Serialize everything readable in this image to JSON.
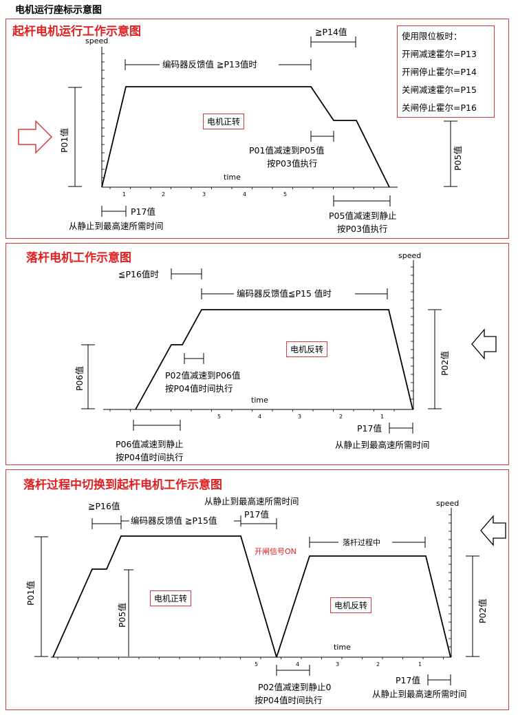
{
  "page_title": "电机运行座标示意图",
  "colors": {
    "accent": "#e02020",
    "line": "#000000"
  },
  "panel1": {
    "title": "起杆电机运行工作示意图",
    "axis_y": "speed",
    "axis_x": "time",
    "ticks": [
      "1",
      "2",
      "3",
      "4",
      "5"
    ],
    "box_label": "电机正转",
    "legend": [
      "使用限位板时：",
      "开闸减速霍尔=P13",
      "开闸停止霍尔=P14",
      "关闸减速霍尔=P15",
      "关闸停止霍尔=P16"
    ],
    "label_p14": "≧P14值",
    "label_p13": "编码器反馈值 ≧P13值时",
    "label_p01": "P01值",
    "label_p05": "P05值",
    "label_decel_1": "P01值减速到P05值",
    "label_decel_2": "按P03值执行",
    "label_p17": "P17值",
    "label_p17_desc": "从静止到最高速所需时间",
    "label_stop_1": "P05值减速到静止",
    "label_stop_2": "按P03值执行"
  },
  "panel2": {
    "title": "落杆电机工作示意图",
    "axis_y": "speed",
    "axis_x": "time",
    "ticks": [
      "5",
      "4",
      "3",
      "2",
      "1"
    ],
    "box_label": "电机反转",
    "label_p16": "≦P16值时",
    "label_p15": "编码器反馈值≦P15 值时",
    "label_p06": "P06值",
    "label_p02": "P02值",
    "label_decel_1": "P02值减速到P06值",
    "label_decel_2": "按P04值时间执行",
    "label_stop_1": "P06值减速到静止",
    "label_stop_2": "按P04值时间执行",
    "label_p17": "P17值",
    "label_p17_desc": "从静止到最高速所需时间"
  },
  "panel3": {
    "title": "落杆过程中切换到起杆电机工作示意图",
    "axis_y": "speed",
    "axis_x": "time",
    "ticks": [
      "5",
      "4",
      "3",
      "2",
      "1"
    ],
    "box_forward": "电机正转",
    "box_reverse": "电机反转",
    "label_p16": "≧P16值",
    "label_p15": "编码器反馈值 ≧P15值",
    "label_p17_top": "P17值",
    "label_p17_top_desc": "从静止到最高速所需时间",
    "label_open_signal": "开闸信号ON",
    "label_dropping": "落杆过程中",
    "label_p01": "P01值",
    "label_p05": "P05值",
    "label_p02": "P02值",
    "label_stop_1": "P02值减速到静止0",
    "label_stop_2": "按P04值时间执行",
    "label_p17": "P17值",
    "label_p17_desc": "从静止到最高速所需时间"
  }
}
